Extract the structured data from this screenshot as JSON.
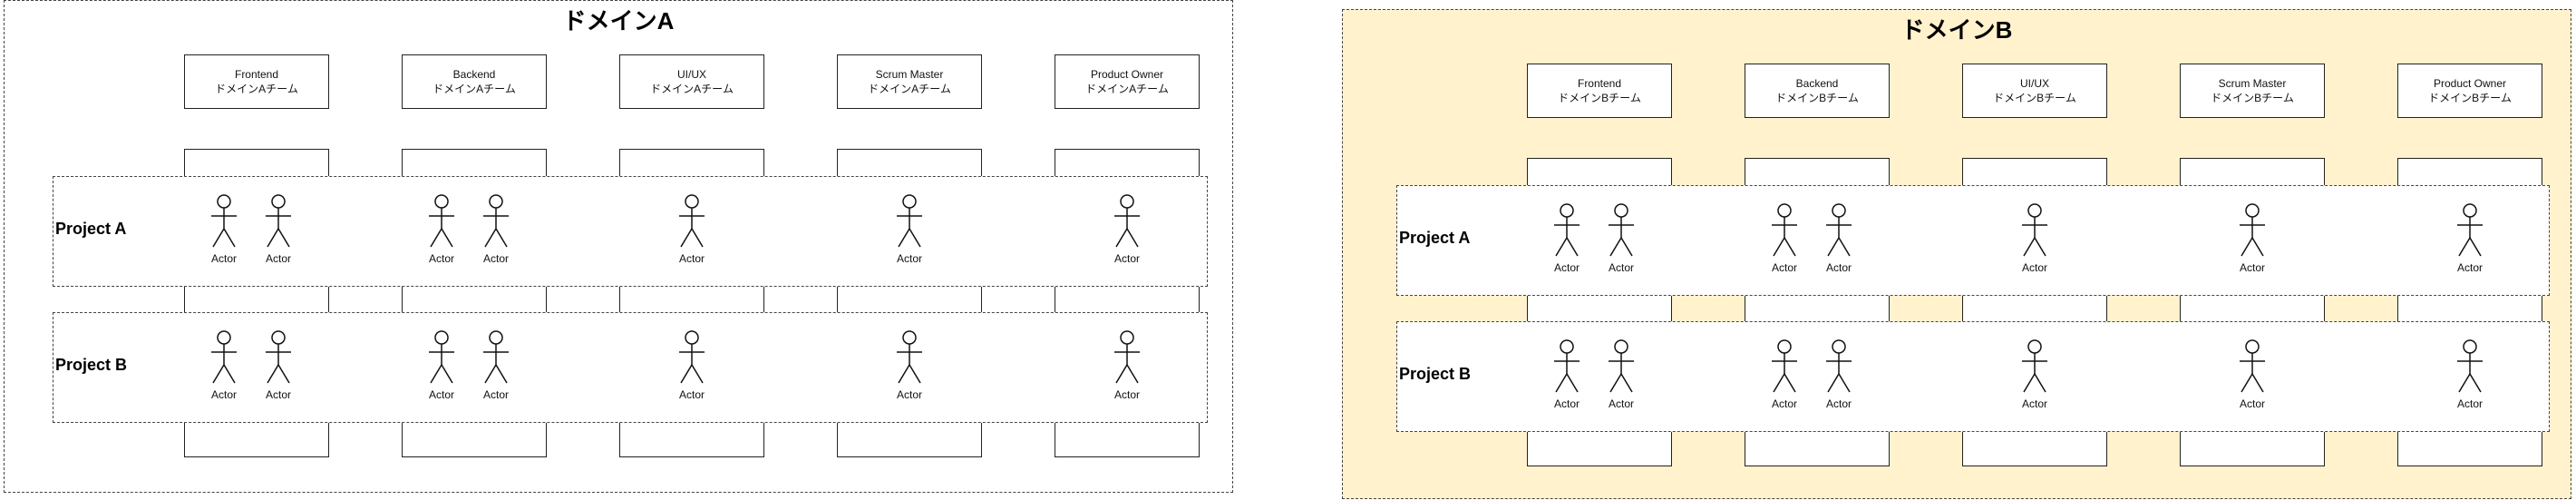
{
  "domains": [
    {
      "title": "ドメインA",
      "fill": "#ffffff",
      "teams": [
        {
          "line1": "Frontend",
          "line2": "ドメインAチーム"
        },
        {
          "line1": "Backend",
          "line2": "ドメインAチーム"
        },
        {
          "line1": "UI/UX",
          "line2": "ドメインAチーム"
        },
        {
          "line1": "Scrum Master",
          "line2": "ドメインAチーム"
        },
        {
          "line1": "Product Owner",
          "line2": "ドメインAチーム"
        }
      ],
      "projects": [
        {
          "label": "Project A",
          "actors_per_team": [
            2,
            2,
            1,
            1,
            1
          ],
          "actor_label": "Actor"
        },
        {
          "label": "Project B",
          "actors_per_team": [
            2,
            2,
            1,
            1,
            1
          ],
          "actor_label": "Actor"
        }
      ]
    },
    {
      "title": "ドメインB",
      "fill": "#fff2cc",
      "teams": [
        {
          "line1": "Frontend",
          "line2": "ドメインBチーム"
        },
        {
          "line1": "Backend",
          "line2": "ドメインBチーム"
        },
        {
          "line1": "UI/UX",
          "line2": "ドメインBチーム"
        },
        {
          "line1": "Scrum Master",
          "line2": "ドメインBチーム"
        },
        {
          "line1": "Product Owner",
          "line2": "ドメインBチーム"
        }
      ],
      "projects": [
        {
          "label": "Project A",
          "actors_per_team": [
            2,
            2,
            1,
            1,
            1
          ],
          "actor_label": "Actor"
        },
        {
          "label": "Project B",
          "actors_per_team": [
            2,
            2,
            1,
            1,
            1
          ],
          "actor_label": "Actor"
        }
      ]
    }
  ],
  "colors": {
    "domain_b_fill": "#fff2cc",
    "border": "#444444"
  }
}
